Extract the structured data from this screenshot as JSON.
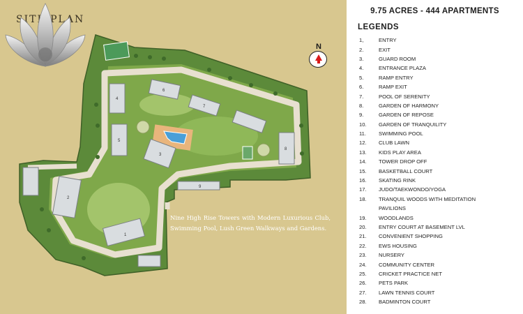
{
  "map": {
    "title": "SITE PLAN",
    "compass_label": "N",
    "description": "Nine High Rise Towers with Modern Luxurious Club, Swimming Pool, Lush Green Walkways and Gardens.",
    "tower_labels": [
      "1",
      "2",
      "3",
      "4",
      "5",
      "6",
      "7",
      "8",
      "9"
    ],
    "lotus_icon": "lotus-flower-logo"
  },
  "legend": {
    "heading": "9.75 ACRES - 444 APARTMENTS",
    "title": "LEGENDS",
    "items": [
      {
        "num": "1,",
        "label": "ENTRY"
      },
      {
        "num": "2.",
        "label": "EXIT"
      },
      {
        "num": "3.",
        "label": "GUARD ROOM"
      },
      {
        "num": "4.",
        "label": "ENTRANCE PLAZA"
      },
      {
        "num": "5.",
        "label": "RAMP ENTRY"
      },
      {
        "num": "6.",
        "label": "RAMP EXIT"
      },
      {
        "num": "7.",
        "label": "POOL OF SERENITY"
      },
      {
        "num": "8.",
        "label": "GARDEN OF HARMONY"
      },
      {
        "num": "9.",
        "label": "GARDEN OF REPOSE"
      },
      {
        "num": "10.",
        "label": "GARDEN OF TRANQUILITY"
      },
      {
        "num": "11.",
        "label": "SWIMMING POOL"
      },
      {
        "num": "12.",
        "label": "CLUB LAWN"
      },
      {
        "num": "13.",
        "label": "KIDS PLAY AREA"
      },
      {
        "num": "14.",
        "label": "TOWER DROP OFF"
      },
      {
        "num": "15.",
        "label": "BASKETBALL COURT"
      },
      {
        "num": "16.",
        "label": "SKATING RINK"
      },
      {
        "num": "17.",
        "label": "JUDO/TAEKWONDO/YOGA"
      },
      {
        "num": "18.",
        "label": "TRANQUIL WOODS WITH MEDITATION"
      },
      {
        "num": "",
        "label": "PAVILIONS"
      },
      {
        "num": "19.",
        "label": "WOODLANDS"
      },
      {
        "num": "20.",
        "label": "ENTRY COURT AT BASEMENT LVL"
      },
      {
        "num": "21.",
        "label": "CONVENIENT SHOPPING"
      },
      {
        "num": "22.",
        "label": "EWS HOUSING"
      },
      {
        "num": "23.",
        "label": "NURSERY"
      },
      {
        "num": "24.",
        "label": "COMMUNITY CENTER"
      },
      {
        "num": "25.",
        "label": "CRICKET PRACTICE NET"
      },
      {
        "num": "26.",
        "label": "PETS PARK"
      },
      {
        "num": "27.",
        "label": "LAWN TENNIS COURT"
      },
      {
        "num": "28.",
        "label": "BADMINTON COURT"
      }
    ]
  },
  "colors": {
    "background": "#d8c78f",
    "grass": "#7fa84a",
    "grass_light": "#a3c46b",
    "road": "#e8e0d0",
    "pool": "#4a9fd8",
    "building": "#d9dde0",
    "compass_arrow": "#d91a1a"
  }
}
